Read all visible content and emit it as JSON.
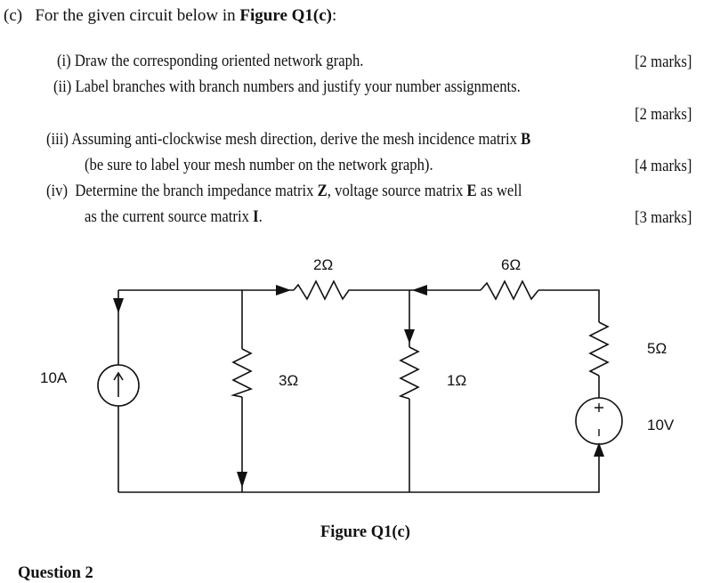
{
  "question": {
    "part_label": "(c)",
    "intro": "For the given circuit below in ",
    "intro_bold": "Figure Q1(c)",
    "intro_end": ":",
    "items": [
      {
        "num": "(i)",
        "text": "Draw the corresponding oriented network graph.",
        "marks": "[2 marks]"
      },
      {
        "num": "(ii)",
        "text": "Label branches with branch numbers and justify your number assignments.",
        "marks": "[2 marks]"
      },
      {
        "num": "(iii)",
        "text_a": "Assuming anti-clockwise mesh direction, derive the mesh incidence matrix ",
        "bold_a": "B",
        "text_b": "(be sure to label your mesh number on the network graph).",
        "marks": "[4 marks]"
      },
      {
        "num": "(iv)",
        "text_a": "Determine the branch impedance matrix ",
        "bold_a": "Z",
        "text_b": ", voltage source matrix ",
        "bold_b": "E",
        "text_c": " as well",
        "text_d": "as the current source matrix ",
        "bold_c": "I",
        "text_e": ".",
        "marks": "[3 marks]"
      }
    ]
  },
  "circuit": {
    "components": [
      {
        "id": "current-source",
        "type": "current_source",
        "label": "10A",
        "direction": "up"
      },
      {
        "id": "r-3",
        "type": "resistor",
        "label": "3Ω"
      },
      {
        "id": "r-2",
        "type": "resistor",
        "label": "2Ω"
      },
      {
        "id": "r-1",
        "type": "resistor",
        "label": "1Ω"
      },
      {
        "id": "r-6",
        "type": "resistor",
        "label": "6Ω"
      },
      {
        "id": "r-5",
        "type": "resistor",
        "label": "5Ω"
      },
      {
        "id": "voltage-source",
        "type": "voltage_source",
        "label": "10V",
        "plus": "+",
        "minus": "-"
      }
    ]
  },
  "figure_caption": "Figure Q1(c)",
  "next_heading": "Question 2"
}
